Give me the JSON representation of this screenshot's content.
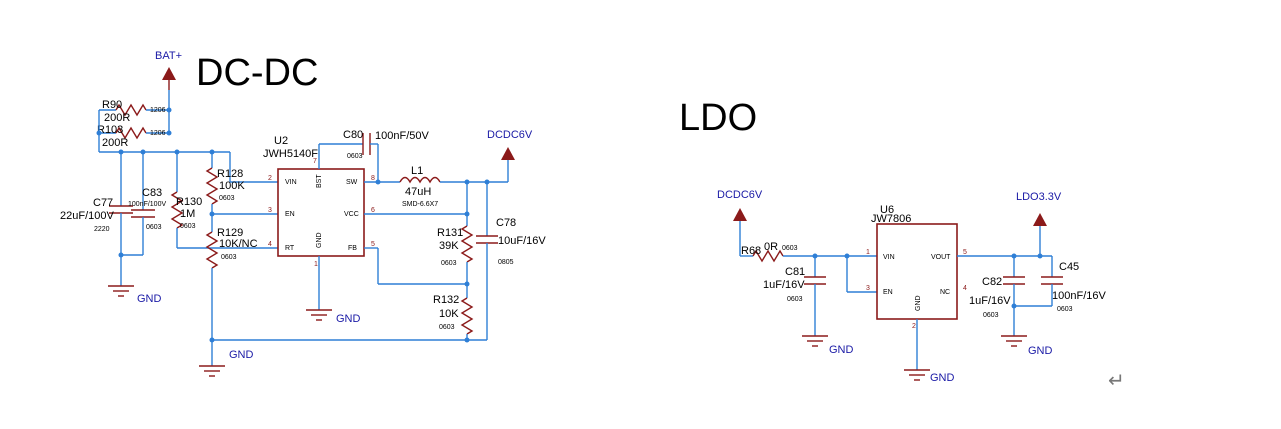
{
  "titles": {
    "dcdc": "DC-DC",
    "ldo": "LDO"
  },
  "nets": {
    "bat": "BAT+",
    "dcdc6v_1": "DCDC6V",
    "dcdc6v_2": "DCDC6V",
    "ldo33": "LDO3.3V",
    "gnd_1": "GND",
    "gnd_2": "GND",
    "gnd_3": "GND",
    "gnd_4": "GND",
    "gnd_5": "GND",
    "gnd_6": "GND"
  },
  "u2": {
    "ref": "U2",
    "part": "JWH5140F",
    "pins": {
      "vin": "VIN",
      "en": "EN",
      "rt": "RT",
      "bst": "BST",
      "gnd": "GND",
      "sw": "SW",
      "vcc": "VCC",
      "fb": "FB"
    },
    "nums": {
      "vin": "2",
      "en": "3",
      "rt": "4",
      "bst": "7",
      "gnd": "1",
      "sw": "8",
      "vcc": "6",
      "fb": "5"
    }
  },
  "u6": {
    "ref": "U6",
    "part": "JW7806",
    "pins": {
      "vin": "VIN",
      "en": "EN",
      "gnd": "GND",
      "vout": "VOUT",
      "nc": "NC"
    },
    "nums": {
      "vin": "1",
      "en": "3",
      "gnd": "2",
      "vout": "5",
      "nc": "4"
    }
  },
  "parts": {
    "r90": {
      "ref": "R90",
      "val": "200R",
      "pkg": "1206"
    },
    "r103": {
      "ref": "R103",
      "val": "200R",
      "pkg": "1206"
    },
    "c77": {
      "ref": "C77",
      "val": "22uF/100V",
      "pkg": "2220"
    },
    "c83": {
      "ref": "C83",
      "val": "100nF/100V",
      "pkg": "0603"
    },
    "r130": {
      "ref": "R130",
      "val": "1M",
      "pkg": "0603"
    },
    "r128": {
      "ref": "R128",
      "val": "100K",
      "pkg": "0603"
    },
    "r129": {
      "ref": "R129",
      "val": "10K/NC",
      "pkg": "0603"
    },
    "c80": {
      "ref": "C80",
      "val": "100nF/50V",
      "pkg": "0603"
    },
    "l1": {
      "ref": "L1",
      "val": "47uH",
      "pkg": "SMD-6.6X7"
    },
    "r131": {
      "ref": "R131",
      "val": "39K",
      "pkg": "0603"
    },
    "r132": {
      "ref": "R132",
      "val": "10K",
      "pkg": "0603"
    },
    "c78": {
      "ref": "C78",
      "val": "10uF/16V",
      "pkg": "0805"
    },
    "r68": {
      "ref": "R68",
      "val": "0R",
      "pkg": "0603"
    },
    "c81": {
      "ref": "C81",
      "val": "1uF/16V",
      "pkg": "0603"
    },
    "c82": {
      "ref": "C82",
      "val": "1uF/16V",
      "pkg": "0603"
    },
    "c45": {
      "ref": "C45",
      "val": "100nF/16V",
      "pkg": "0603"
    }
  },
  "return_symbol": "↵"
}
